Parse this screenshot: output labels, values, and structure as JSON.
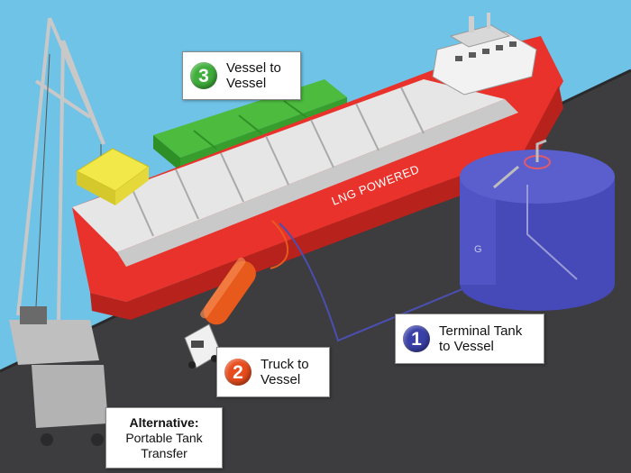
{
  "labels": {
    "vessel_to_vessel": {
      "number": "3",
      "text": "Vessel to\nVessel"
    },
    "terminal_tank": {
      "number": "1",
      "text": "Terminal Tank\nto Vessel"
    },
    "truck": {
      "number": "2",
      "text": "Truck to\nVessel"
    },
    "alternative": {
      "heading": "Alternative:",
      "text": "Portable Tank\nTransfer"
    }
  },
  "ship": {
    "hull_text": "LNG POWERED"
  },
  "tank": {
    "partial_text": "G"
  },
  "colors": {
    "sky": "#6fc3e6",
    "pier": "#3d3c3e",
    "hull": "#e8322b",
    "deck": "#e6e6e6",
    "barge": "#4cbb3e",
    "tank": "#4649b8",
    "tanker_truck": "#e85a1c",
    "crane": "#c8c8c8",
    "portable_tank": "#f3e84a"
  }
}
